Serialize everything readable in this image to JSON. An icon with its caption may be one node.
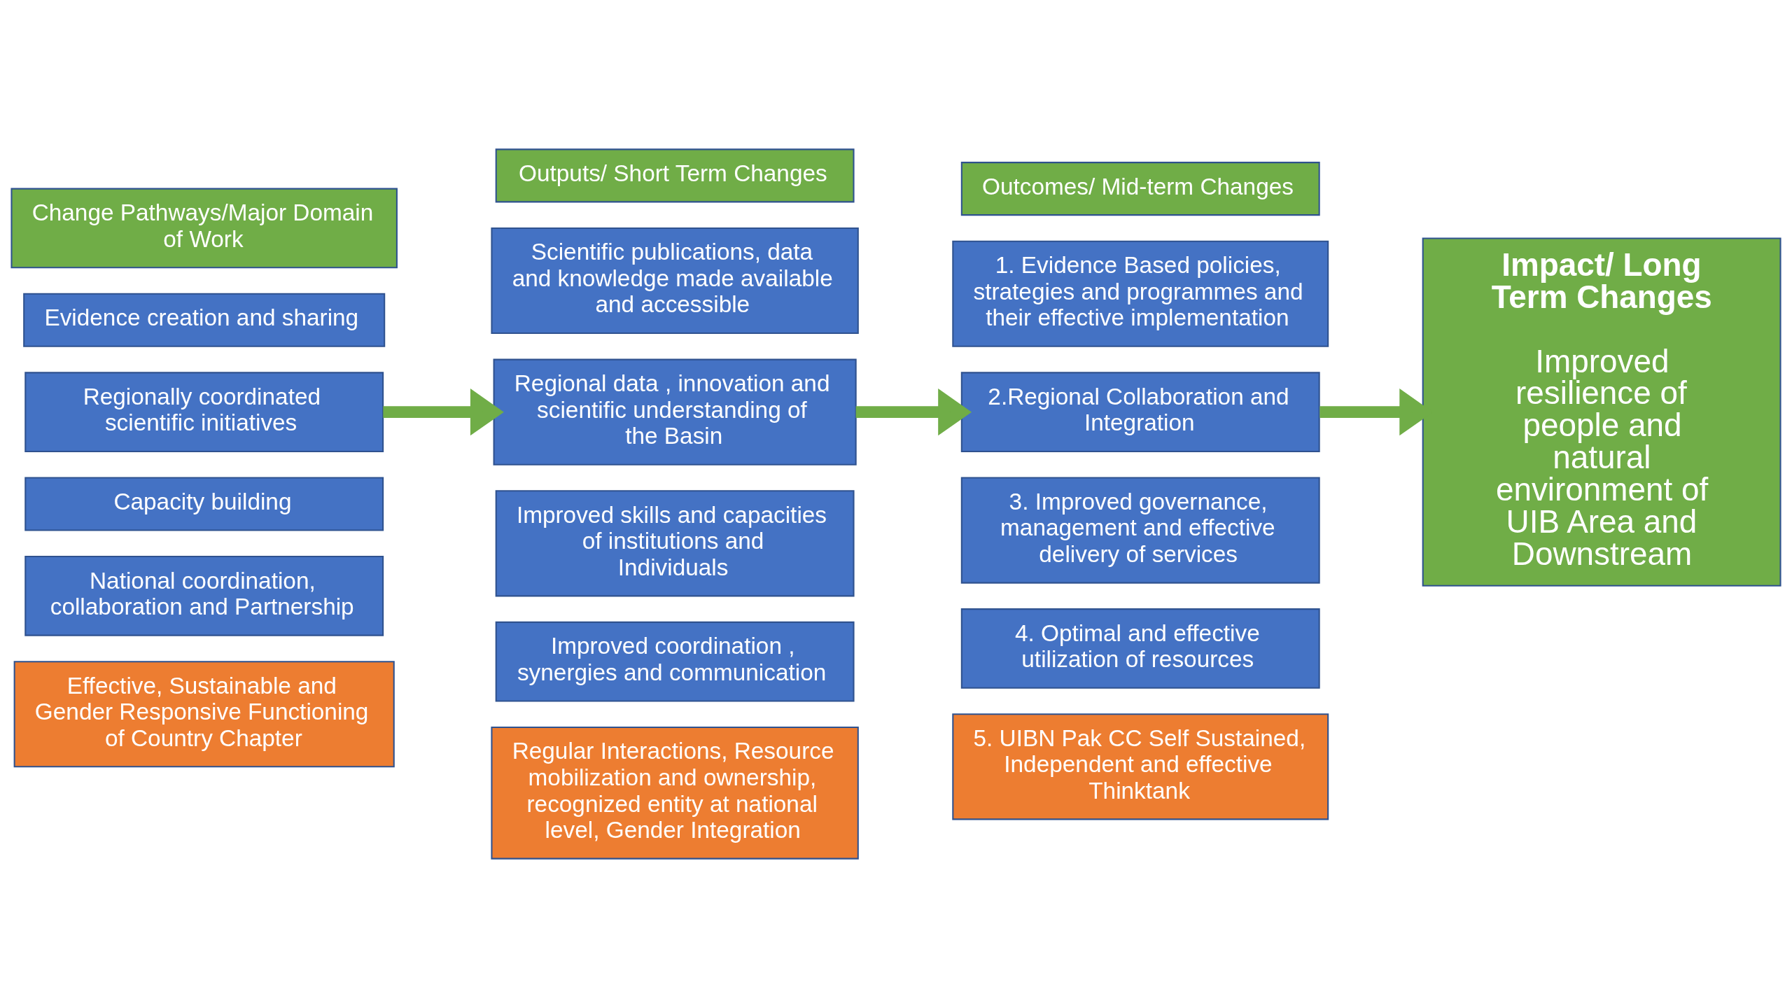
{
  "diagram": {
    "nodes": [
      {
        "text": [
          "Change Pathways/Major Domain of Work"
        ]
      },
      {
        "text": [
          "Outputs/ Short Term Changes"
        ]
      },
      {
        "text": [
          "Outcomes/ Mid-term Changes"
        ]
      },
      {
        "text": [
          "Evidence creation and sharing"
        ]
      },
      {
        "text": [
          "Regionally coordinated scientific initiatives"
        ]
      },
      {
        "text": [
          "Capacity building"
        ]
      },
      {
        "text": [
          "National coordination, collaboration and Partnership"
        ]
      },
      {
        "text": [
          "Effective, Sustainable and Gender Responsive Functioning of Country Chapter"
        ]
      },
      {
        "text": [
          "Scientific publications, data and knowledge made available and accessible"
        ]
      },
      {
        "text": [
          "Regional data , innovation and scientific understanding of the Basin"
        ]
      },
      {
        "text": [
          "Improved skills and capacities of institutions and Individuals"
        ]
      },
      {
        "text": [
          "Improved coordination , synergies and communication"
        ]
      },
      {
        "text": [
          "Regular Interactions, Resource mobilization and ownership, recognized entity at national level, Gender Integration"
        ]
      },
      {
        "text": [
          "1. Evidence Based policies, strategies and programmes and their effective implementation"
        ]
      },
      {
        "text": [
          "2.Regional Collaboration and Integration"
        ]
      },
      {
        "text": [
          "3. Improved governance, management and effective delivery of services"
        ]
      },
      {
        "text": [
          "4. Optimal and effective utilization of resources"
        ]
      },
      {
        "text": [
          "5. UIBN Pak CC Self Sustained, Independent and effective Thinktank"
        ]
      },
      {
        "text": [
          "Impact/ Long Term Changes",
          "Improved resilience of people and natural environment of UIB Area and Downstream"
        ]
      }
    ],
    "edges": [
      {
        "from": 4,
        "to": 9,
        "arrow": "to"
      },
      {
        "from": 9,
        "to": 14,
        "arrow": "to"
      },
      {
        "from": 14,
        "to": 18,
        "arrow": "to"
      }
    ]
  }
}
